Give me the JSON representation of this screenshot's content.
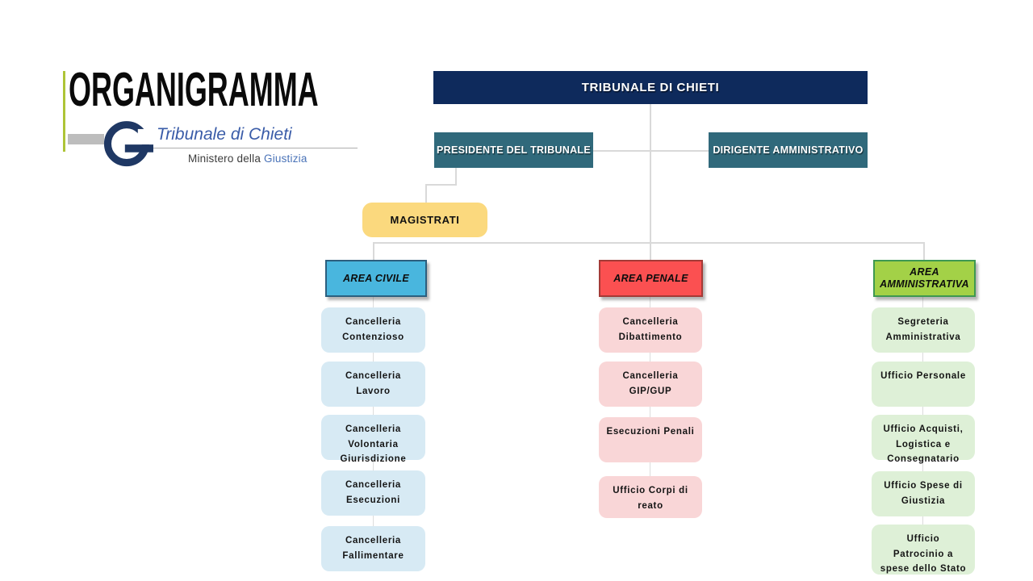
{
  "title": "ORGANIGRAMMA",
  "logo": {
    "org_name": "Tribunale di Chieti",
    "ministry_prefix": "Ministero della ",
    "ministry_highlight": "Giustizia"
  },
  "org_chart": {
    "root": "TRIBUNALE DI CHIETI",
    "president": "PRESIDENTE DEL TRIBUNALE",
    "director": "DIRIGENTE AMMINISTRATIVO",
    "magistrates": "MAGISTRATI",
    "areas": [
      {
        "label": "AREA CIVILE",
        "items": [
          "Cancelleria\nContenzioso",
          "Cancelleria\nLavoro",
          "Cancelleria\nVolontaria\nGiurisdizione",
          "Cancelleria\nEsecuzioni",
          "Cancelleria\nFallimentare"
        ]
      },
      {
        "label": "AREA PENALE",
        "items": [
          "Cancelleria\nDibattimento",
          "Cancelleria\nGIP/GUP",
          "Esecuzioni Penali",
          "Ufficio Corpi di\nreato"
        ]
      },
      {
        "label": "AREA\nAMMINISTRATIVA",
        "items": [
          "Segreteria\nAmministrativa",
          "Ufficio Personale",
          "Ufficio Acquisti,\nLogistica e\nConsegnatario",
          "Ufficio Spese di\nGiustizia",
          "Ufficio\nPatrocinio a\nspese dello Stato"
        ]
      }
    ]
  },
  "colors": {
    "root_bg": "#0e2a5c",
    "manager_bg": "#30697b",
    "magistrates_bg": "#fbd97e",
    "area_civile_bg": "#49b6de",
    "area_civile_border": "#2c5f7e",
    "area_penale_bg": "#fb5051",
    "area_penale_border": "#a43a36",
    "area_amministrativa_bg": "#a3d147",
    "area_amministrativa_border": "#3e9851",
    "civile_item_bg": "#d7eaf4",
    "penale_item_bg": "#f9d6d7",
    "amministrativa_item_bg": "#def0d7",
    "accent_bar": "#aec437",
    "logo_blue": "#3a5ca8",
    "connector": "#d9d9d9"
  }
}
